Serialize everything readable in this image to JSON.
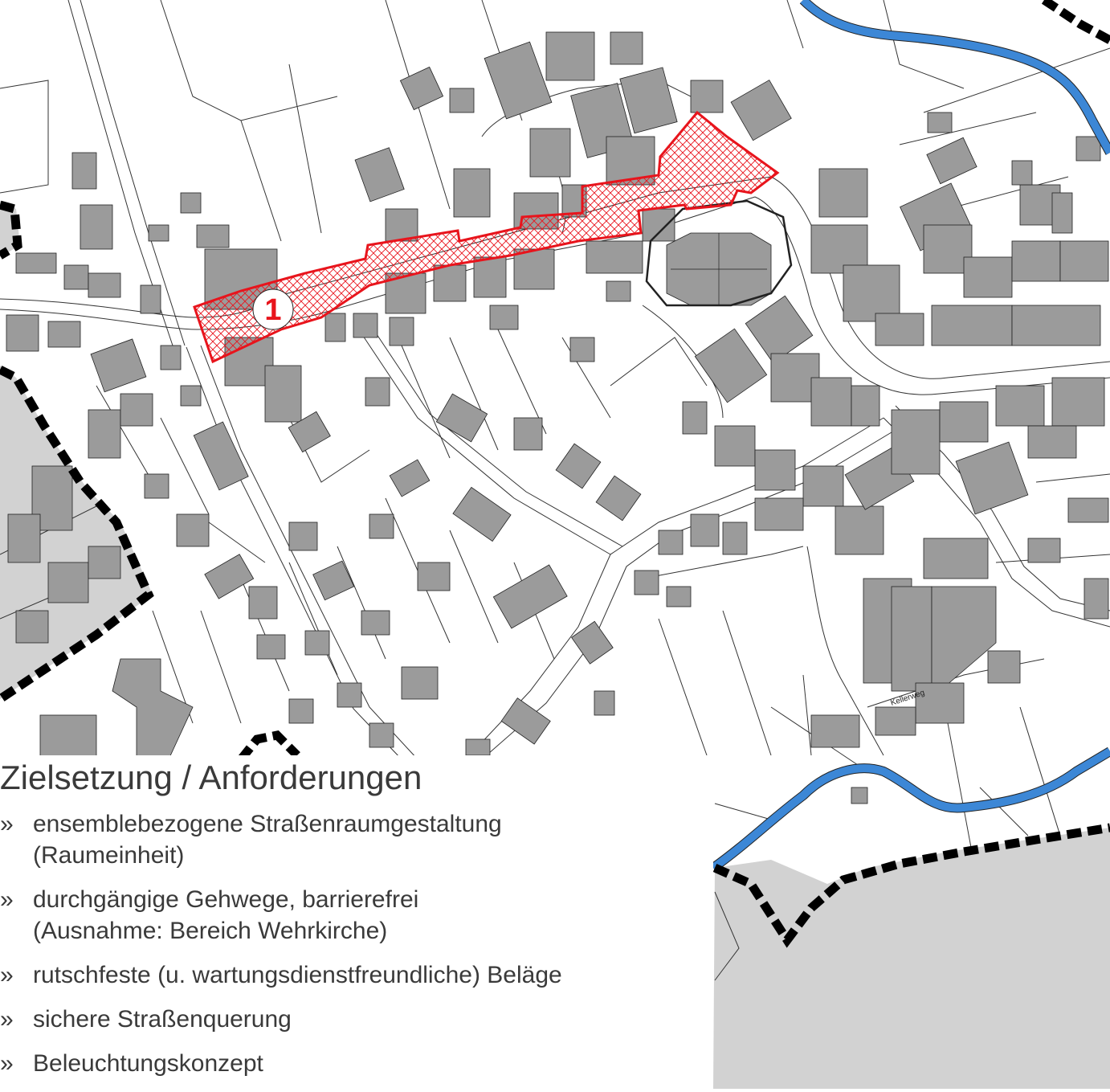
{
  "map": {
    "area_number": "1",
    "street_label": "Kellerweg",
    "colors": {
      "building": "#9b9b9b",
      "parcel_line": "#333333",
      "river": "#3c87d6",
      "area_outline": "#e8141c",
      "boundary": "#000000",
      "outside_area": "#d2d2d2"
    }
  },
  "content": {
    "heading": "Zielsetzung / Anforderungen",
    "bullet": "»",
    "items": [
      {
        "lines": [
          "ensemblebezogene Straßenraumgestaltung",
          "(Raumeinheit)"
        ]
      },
      {
        "lines": [
          "durchgängige Gehwege, barrierefrei",
          "(Ausnahme: Bereich Wehrkirche)"
        ]
      },
      {
        "lines": [
          "rutschfeste (u. wartungsdienstfreundliche) Beläge"
        ]
      },
      {
        "lines": [
          "sichere Straßenquerung"
        ]
      },
      {
        "lines": [
          "Beleuchtungskonzept"
        ]
      }
    ]
  }
}
